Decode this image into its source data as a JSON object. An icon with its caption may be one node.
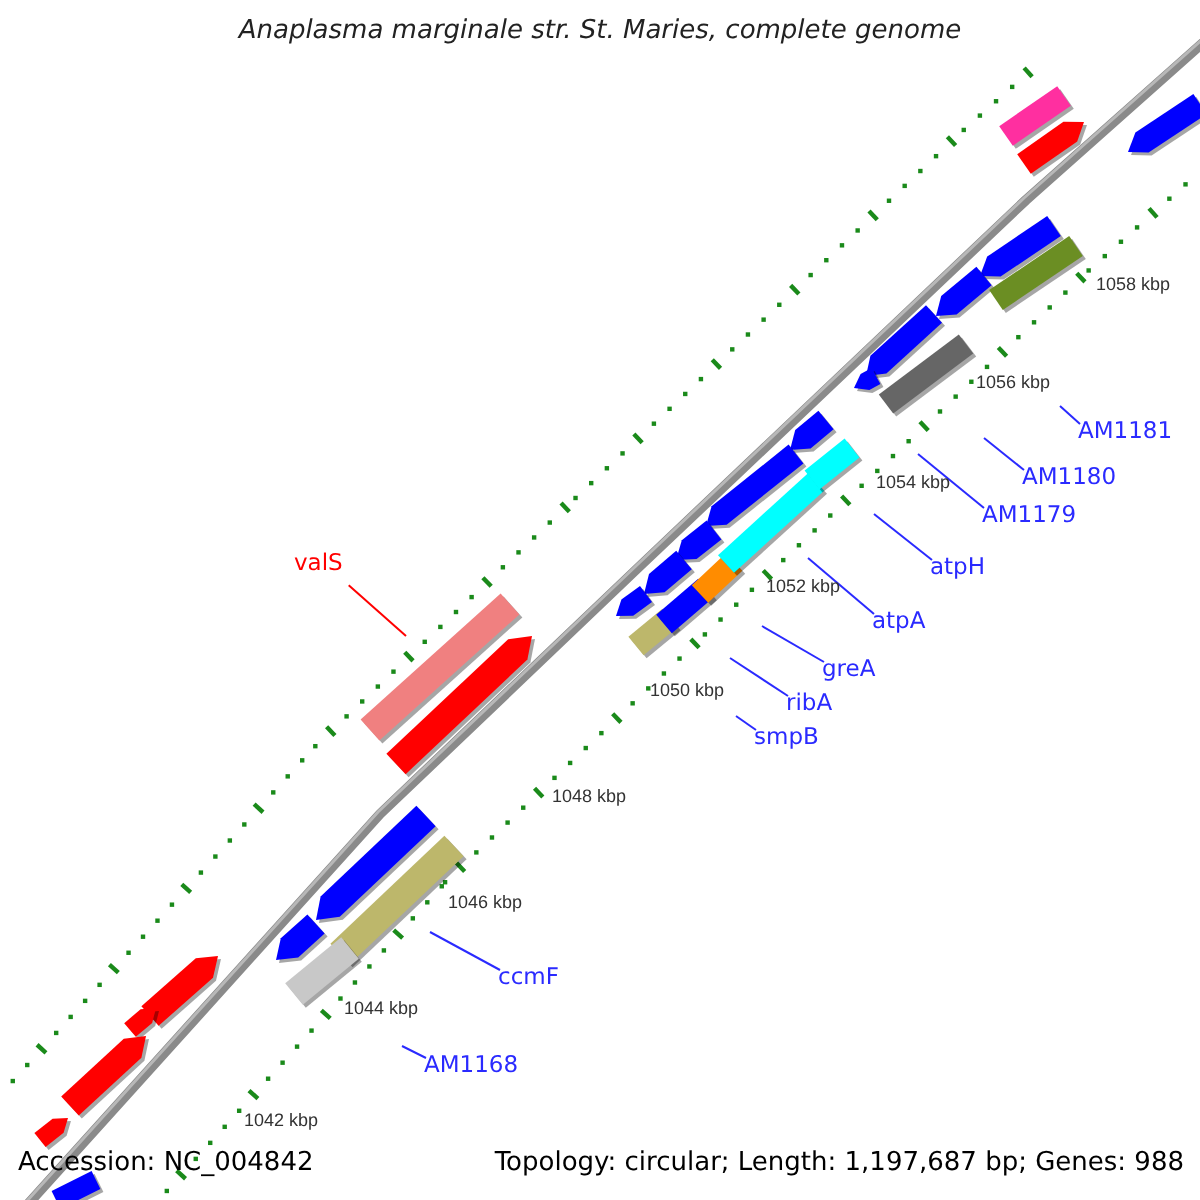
{
  "diagram": {
    "title": "Anaplasma marginale str. St. Maries, complete genome",
    "nodes": [
      {
        "text": [
          "valS"
        ]
      },
      {
        "text": [
          "smpB"
        ]
      },
      {
        "text": [
          "ribA"
        ]
      },
      {
        "text": [
          "greA"
        ]
      },
      {
        "text": [
          "atpA"
        ]
      },
      {
        "text": [
          "atpH"
        ]
      },
      {
        "text": [
          "AM1179"
        ]
      },
      {
        "text": [
          "AM1180"
        ]
      },
      {
        "text": [
          "AM1181"
        ]
      },
      {
        "text": [
          "ccmF"
        ]
      },
      {
        "text": [
          "AM1168"
        ]
      }
    ],
    "edges": [
      {
        "from": 0,
        "to": null,
        "arrow": "none",
        "color": "#ff0000"
      },
      {
        "from": 1,
        "to": null,
        "arrow": "none"
      },
      {
        "from": 2,
        "to": null,
        "arrow": "none"
      },
      {
        "from": 3,
        "to": null,
        "arrow": "none"
      },
      {
        "from": 4,
        "to": null,
        "arrow": "none"
      },
      {
        "from": 5,
        "to": null,
        "arrow": "none"
      },
      {
        "from": 6,
        "to": null,
        "arrow": "none"
      },
      {
        "from": 7,
        "to": null,
        "arrow": "none"
      },
      {
        "from": 8,
        "to": null,
        "arrow": "none"
      },
      {
        "from": 9,
        "to": null,
        "arrow": "none"
      },
      {
        "from": 10,
        "to": null,
        "arrow": "none"
      }
    ],
    "labels": [
      "1058 kbp",
      "1056 kbp",
      "1054 kbp",
      "1052 kbp",
      "1050 kbp",
      "1048 kbp",
      "1046 kbp",
      "1044 kbp",
      "1042 kbp",
      "Accession: NC_004842",
      "Topology: circular; Length: 1,197,687 bp; Genes: 988"
    ]
  }
}
